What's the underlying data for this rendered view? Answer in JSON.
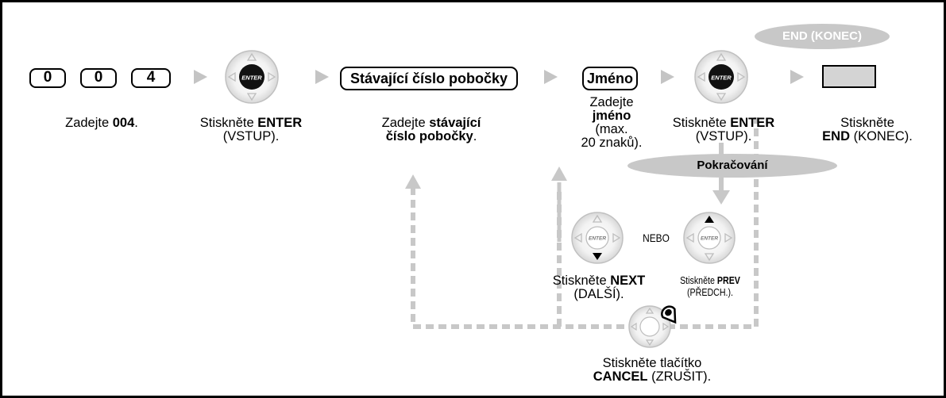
{
  "keys": [
    "0",
    "0",
    "4"
  ],
  "boxes": {
    "extension": "Stávající číslo pobočky",
    "name": "Jméno"
  },
  "ovals": {
    "end": "END (KONEC)",
    "continue": "Pokračování"
  },
  "icons": {
    "enter": "ENTER"
  },
  "nebo": "NEBO",
  "captions": {
    "step1_a": "Zadejte ",
    "step1_b": "004",
    "step1_c": ".",
    "step2_a": "Stiskněte ",
    "step2_b": "ENTER",
    "step2_c": "(VSTUP).",
    "step3_a": "Zadejte ",
    "step3_b": "stávající",
    "step3_c": "číslo pobočky",
    "step3_d": ".",
    "step4_a": "Zadejte",
    "step4_b": "jméno",
    "step4_c": "(max.",
    "step4_d": "20 znaků).",
    "step5_a": "Stiskněte ",
    "step5_b": "ENTER",
    "step5_c": "(VSTUP).",
    "step6_a": "Stiskněte",
    "step6_b": "END",
    "step6_c": " (KONEC).",
    "next_a": "Stiskněte ",
    "next_b": "NEXT",
    "next_c": "(DALŠÍ).",
    "prev_a": "Stiskněte ",
    "prev_b": "PREV",
    "prev_c": "(PŘEDCH.).",
    "cancel_a": "Stiskněte tlačítko",
    "cancel_b": "CANCEL",
    "cancel_c": " (ZRUŠIT)."
  }
}
